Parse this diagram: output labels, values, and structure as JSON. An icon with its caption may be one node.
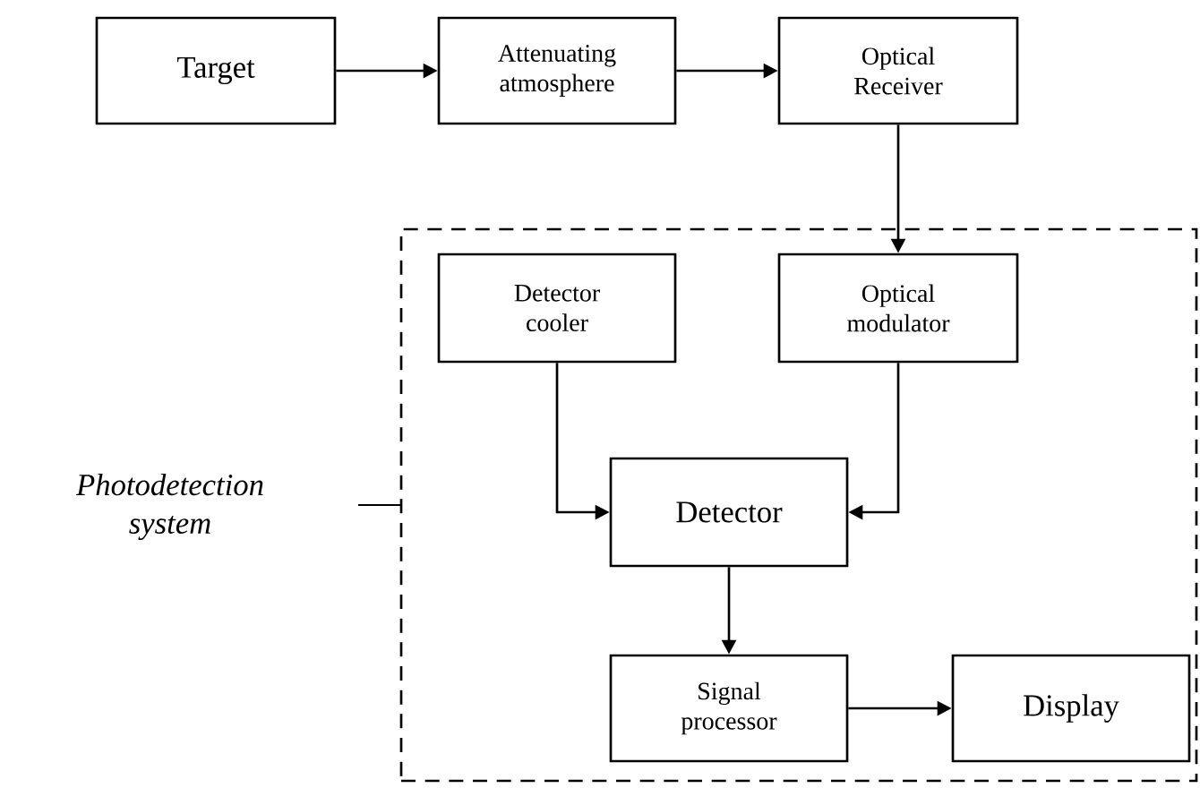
{
  "diagram": {
    "nodes": [
      {
        "text": [
          "Target"
        ]
      },
      {
        "text": [
          "Attenuating atmosphere"
        ]
      },
      {
        "text": [
          "Optical Receiver"
        ]
      },
      {
        "text": [
          "Photodetection system"
        ]
      },
      {
        "text": [
          "Detector cooler"
        ],
        "in": 3
      },
      {
        "text": [
          "Optical modulator"
        ],
        "in": 3
      },
      {
        "text": [
          "Detector"
        ],
        "in": 3
      },
      {
        "text": [
          "Signal processor"
        ],
        "in": 3
      },
      {
        "text": [
          "Display"
        ],
        "in": 3
      }
    ],
    "edges": [
      {
        "from": 0,
        "to": 1,
        "arrow": "to"
      },
      {
        "from": 1,
        "to": 2,
        "arrow": "to"
      },
      {
        "from": 2,
        "to": 5,
        "arrow": "to"
      },
      {
        "from": 4,
        "to": 6,
        "arrow": "to"
      },
      {
        "from": 5,
        "to": 6,
        "arrow": "to"
      },
      {
        "from": 6,
        "to": 7,
        "arrow": "to"
      },
      {
        "from": 7,
        "to": 8,
        "arrow": "to"
      }
    ]
  }
}
